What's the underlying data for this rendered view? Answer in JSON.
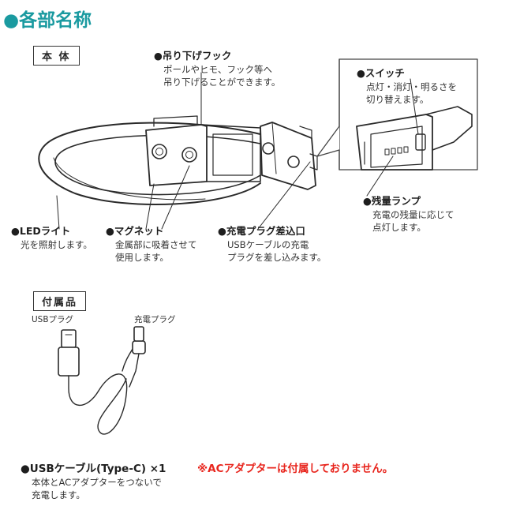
{
  "page": {
    "title": "●各部名称",
    "main_box_label": "本 体",
    "accessory_box_label": "付属品"
  },
  "parts": {
    "hook": {
      "title": "●吊り下げフック",
      "desc": [
        "ポールやヒモ、フック等へ",
        "吊り下げることができます。"
      ]
    },
    "switch": {
      "title": "●スイッチ",
      "desc": [
        "点灯・消灯・明るさを",
        "切り替えます。"
      ]
    },
    "battery_lamp": {
      "title": "●残量ランプ",
      "desc": [
        "充電の残量に応じて",
        "点灯します。"
      ]
    },
    "led_light": {
      "title": "●LEDライト",
      "desc": [
        "光を照射します。"
      ]
    },
    "magnet": {
      "title": "●マグネット",
      "desc": [
        "金属部に吸着させて",
        "使用します。"
      ]
    },
    "charge_port": {
      "title": "●充電プラグ差込口",
      "desc": [
        "USBケーブルの充電",
        "プラグを差し込みます。"
      ]
    }
  },
  "accessory": {
    "usb_plug_label": "USBプラグ",
    "charge_plug_label": "充電プラグ",
    "cable_title": "●USBケーブル(Type-C) ×1",
    "cable_desc": [
      "本体とACアダプターをつないで",
      "充電します。"
    ],
    "note": "※ACアダプターは付属しておりません。"
  },
  "colors": {
    "title": "#1a9aa0",
    "note": "#e8251d",
    "line": "#2a2a2a"
  }
}
